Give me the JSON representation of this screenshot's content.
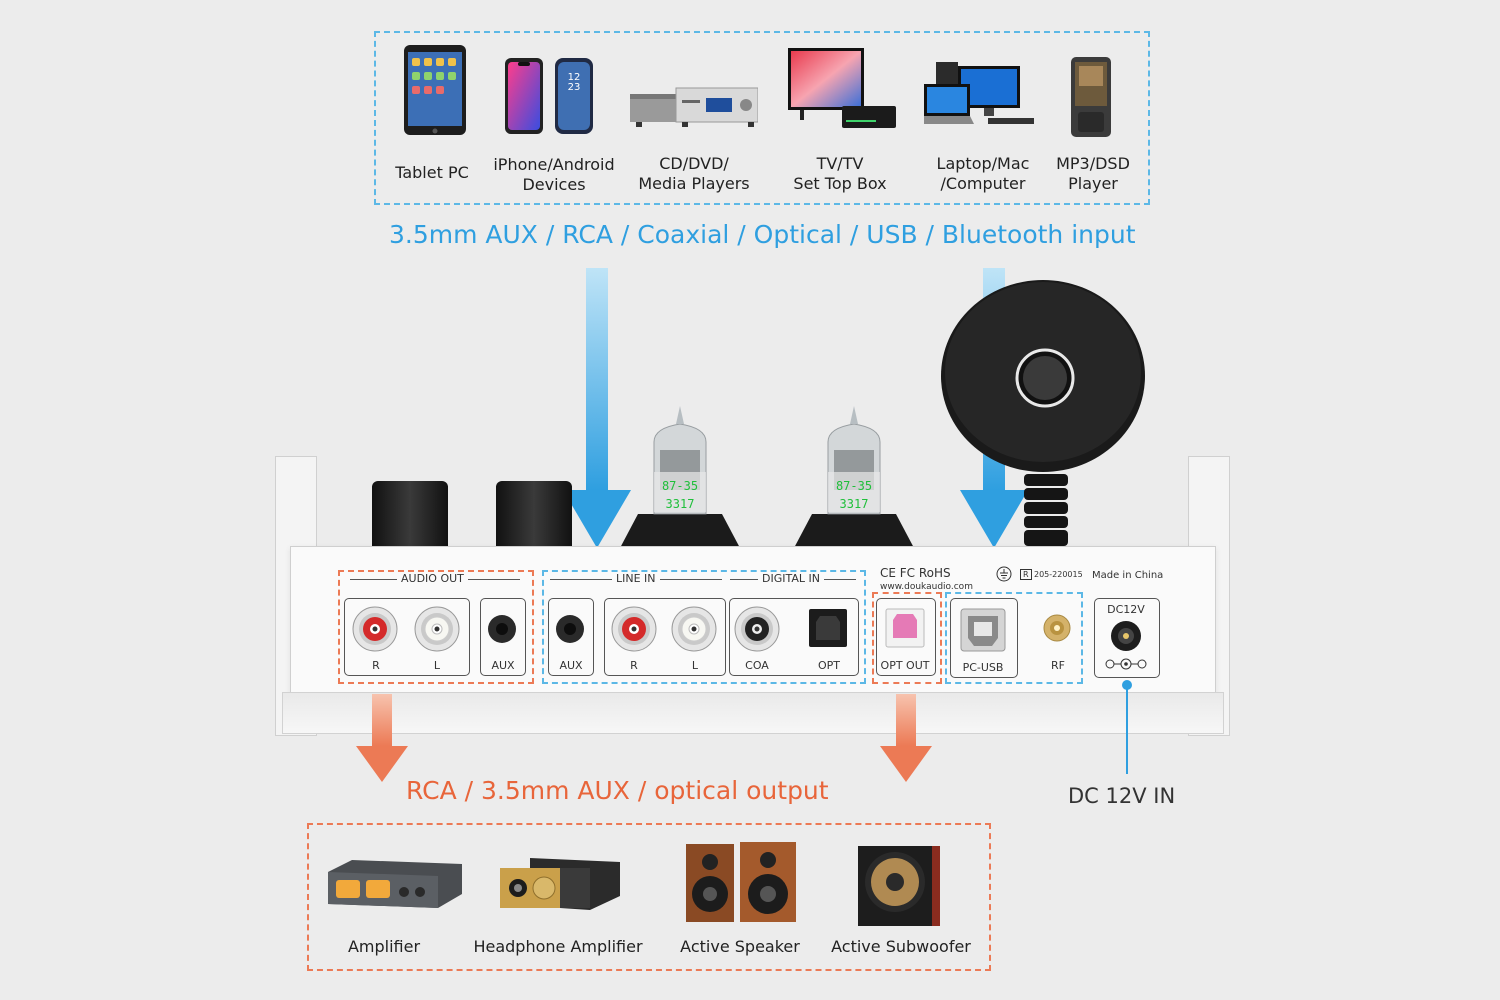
{
  "input_devices": [
    {
      "label": "Tablet PC",
      "icon": "tablet-icon"
    },
    {
      "label": "iPhone/Android\nDevices",
      "icon": "smartphone-icon"
    },
    {
      "label": "CD/DVD/\nMedia Players",
      "icon": "media-player-icon"
    },
    {
      "label": "TV/TV\nSet Top Box",
      "icon": "tv-icon"
    },
    {
      "label": "Laptop/Mac\n/Computer",
      "icon": "computer-icon"
    },
    {
      "label": "MP3/DSD\nPlayer",
      "icon": "mp3-player-icon"
    }
  ],
  "input_headline": "3.5mm AUX / RCA / Coaxial / Optical / USB / Bluetooth input",
  "output_headline": "RCA / 3.5mm AUX / optical output",
  "dc_label": "DC 12V IN",
  "output_devices": [
    {
      "label": "Amplifier",
      "icon": "amplifier-icon"
    },
    {
      "label": "Headphone Amplifier",
      "icon": "headphone-amplifier-icon"
    },
    {
      "label": "Active Speaker",
      "icon": "speaker-icon"
    },
    {
      "label": "Active Subwoofer",
      "icon": "subwoofer-icon"
    }
  ],
  "panel": {
    "audio_out_title": "AUDIO OUT",
    "line_in_title": "LINE IN",
    "digital_in_title": "DIGITAL IN",
    "audio_out_r": "R",
    "audio_out_l": "L",
    "audio_out_aux": "AUX",
    "line_in_aux": "AUX",
    "line_in_r": "R",
    "line_in_l": "L",
    "coa": "COA",
    "opt": "OPT",
    "opt_out": "OPT OUT",
    "pc_usb": "PC-USB",
    "rf": "RF",
    "dc12v": "DC12V",
    "certs": "CE FC  RoHS",
    "website": "www.doukaudio.com",
    "serial": "205-220015",
    "made_in": "Made in China",
    "tube_code_1": "87-35",
    "tube_code_2": "3317"
  },
  "colors": {
    "blue": "#2f9fe0",
    "orange": "#e8653a",
    "background": "#ececec"
  }
}
